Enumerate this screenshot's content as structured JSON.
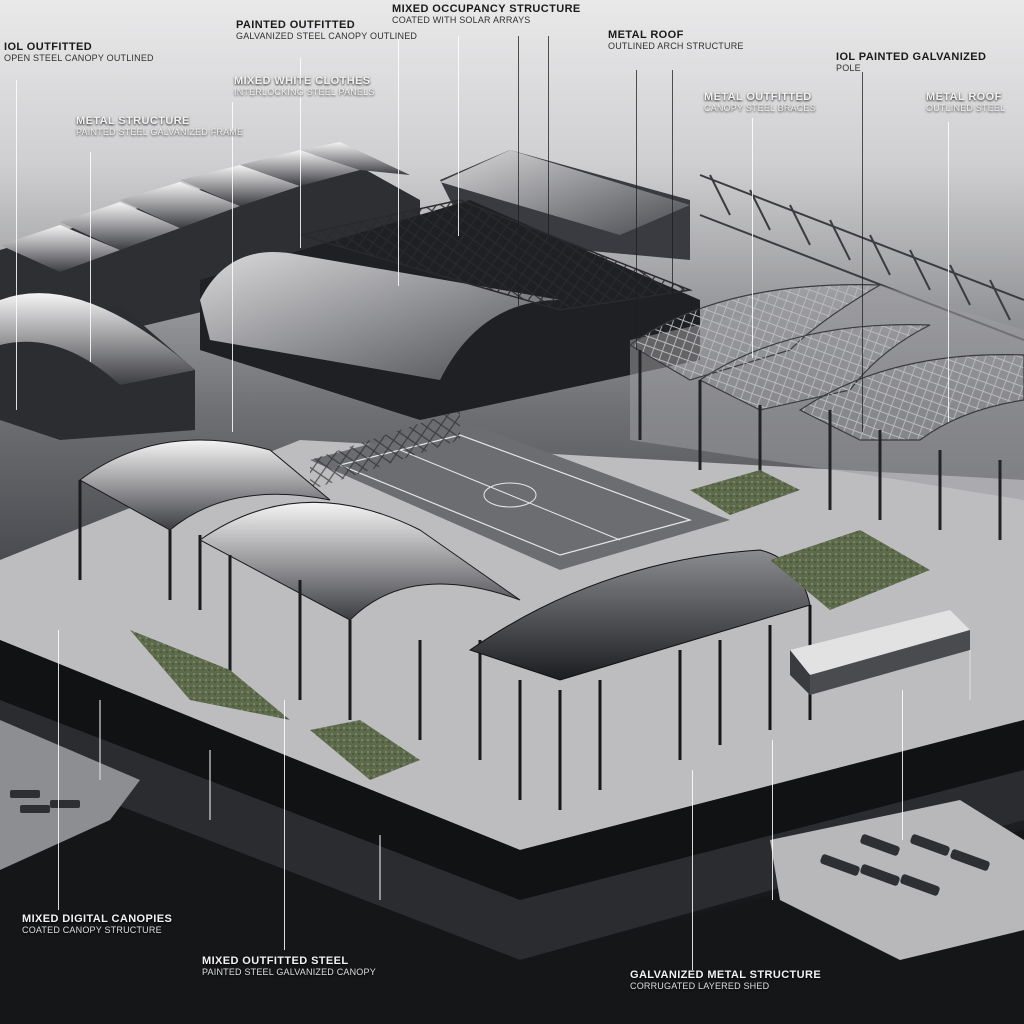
{
  "callouts": [
    {
      "title": "PAINTED OUTFITTED",
      "sub": "GALVANIZED STEEL CANOPY OUTLINED"
    },
    {
      "title": "MIXED OCCUPANCY STRUCTURE",
      "sub": "COATED WITH SOLAR ARRAYS"
    },
    {
      "title": "METAL ROOF",
      "sub": "OUTLINED ARCH STRUCTURE"
    },
    {
      "title": "IOL OUTFITTED",
      "sub": "OPEN STEEL CANOPY OUTLINED"
    },
    {
      "title": "MIXED WHITE CLOTHES",
      "sub": "INTERLOCKING STEEL PANELS"
    },
    {
      "title": "METAL STRUCTURE",
      "sub": "PAINTED STEEL GALVANIZED FRAME"
    },
    {
      "title": "IOL PAINTED GALVANIZED",
      "sub": "POLE"
    },
    {
      "title": "METAL OUTFITTED",
      "sub": "CANOPY STEEL BRACES"
    },
    {
      "title": "METAL ROOF",
      "sub": "OUTLINED STEEL"
    },
    {
      "title": "MIXED DIGITAL CANOPIES",
      "sub": "COATED CANOPY STRUCTURE"
    },
    {
      "title": "MIXED OUTFITTED STEEL",
      "sub": "PAINTED STEEL GALVANIZED CANOPY"
    },
    {
      "title": "GALVANIZED METAL STRUCTURE",
      "sub": "CORRUGATED LAYERED SHED"
    }
  ]
}
